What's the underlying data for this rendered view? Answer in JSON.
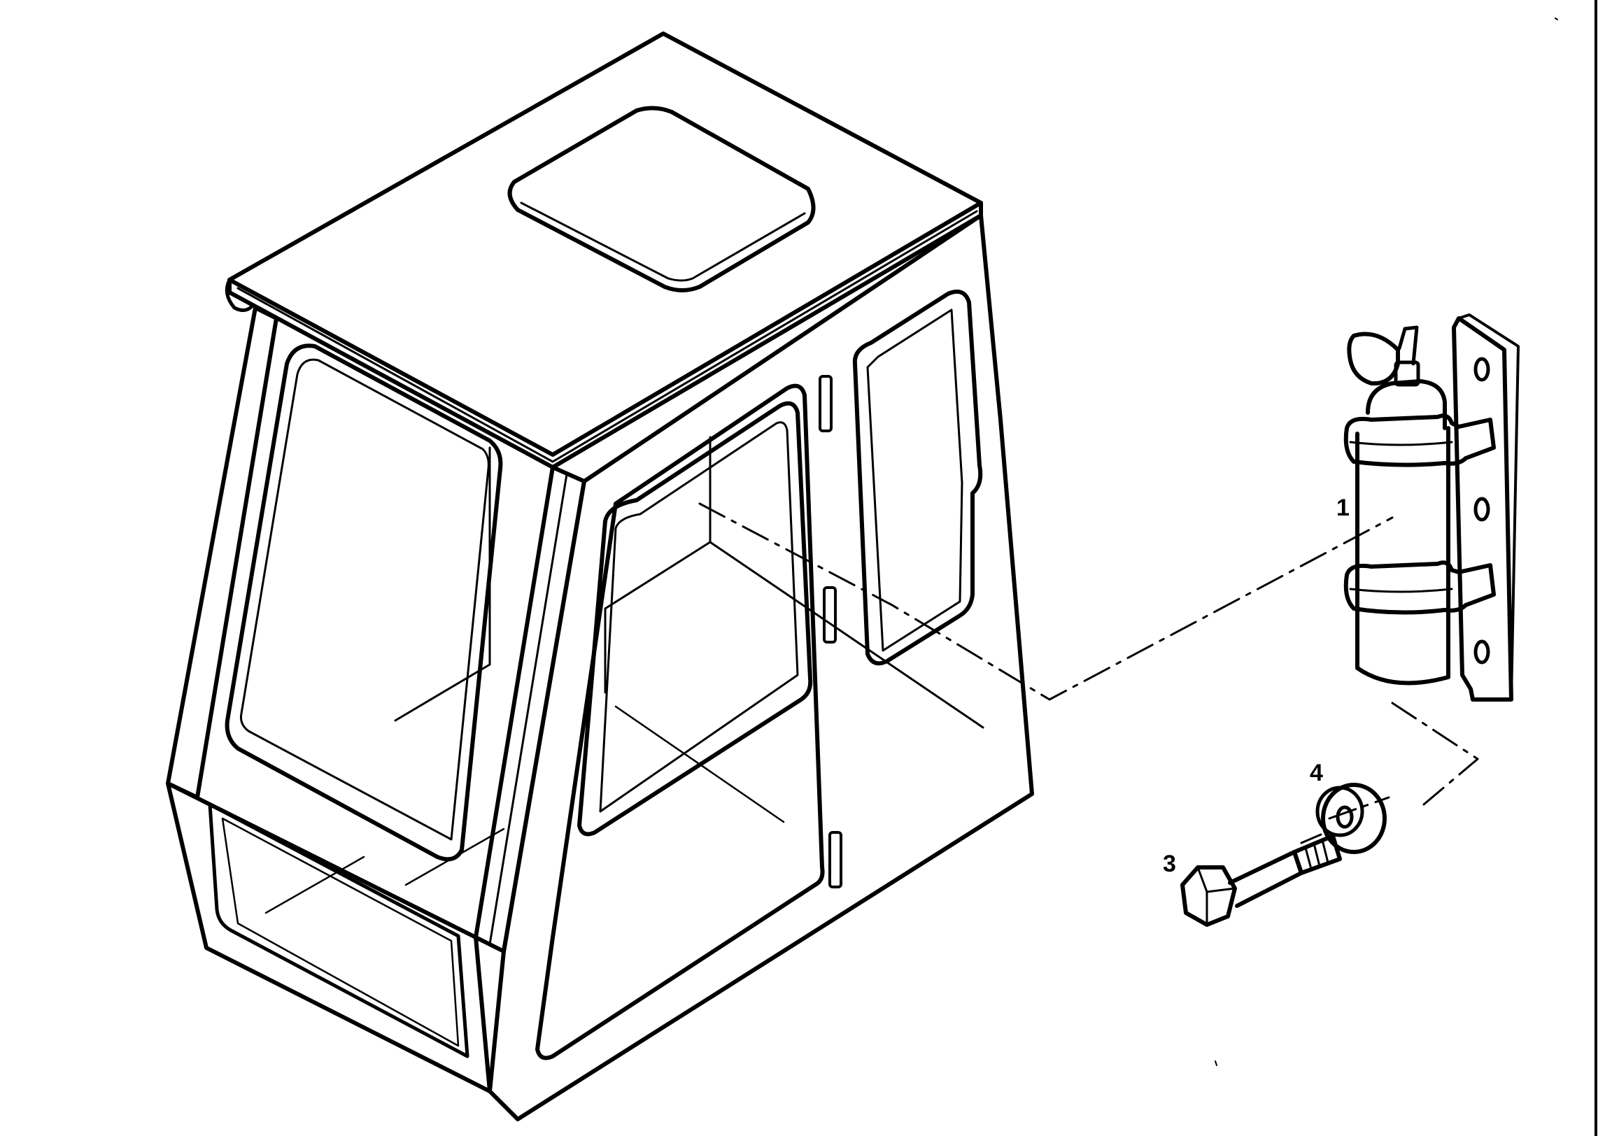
{
  "diagram": {
    "callouts": {
      "part_1": "1",
      "part_3": "3",
      "part_4": "4"
    },
    "parts": [
      {
        "callout": "1",
        "icon": "fire-extinguisher-with-bracket"
      },
      {
        "callout": "3",
        "icon": "hex-bolt"
      },
      {
        "callout": "4",
        "icon": "washer"
      }
    ],
    "line_color": "#000000",
    "background": "#ffffff"
  }
}
